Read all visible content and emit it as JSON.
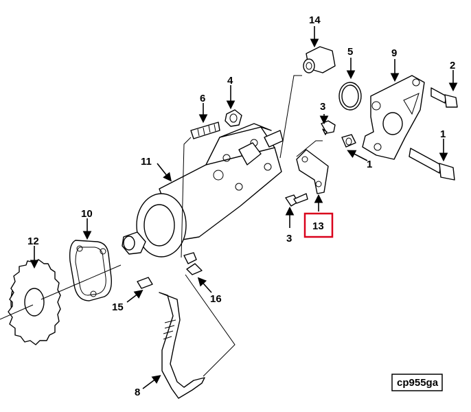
{
  "callouts": {
    "c1a": "1",
    "c1b": "1",
    "c2": "2",
    "c3a": "3",
    "c3b": "3",
    "c5": "5",
    "c6": "6",
    "c8": "8",
    "c9": "9",
    "c4": "4",
    "c10": "10",
    "c11": "11",
    "c12": "12",
    "c13": "13",
    "c14": "14",
    "c15": "15",
    "c16": "16"
  },
  "reference_code": "cp955ga",
  "highlight_color": "#d9001b"
}
